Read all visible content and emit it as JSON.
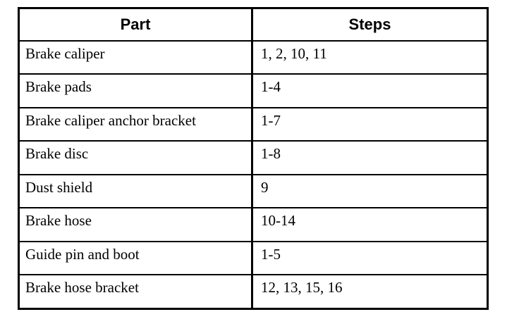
{
  "table": {
    "columns": [
      {
        "key": "part",
        "label": "Part"
      },
      {
        "key": "steps",
        "label": "Steps"
      }
    ],
    "rows": [
      {
        "part": "Brake caliper",
        "steps": "1, 2, 10, 11"
      },
      {
        "part": "Brake pads",
        "steps": "1-4"
      },
      {
        "part": "Brake caliper anchor bracket",
        "steps": "1-7"
      },
      {
        "part": "Brake disc",
        "steps": "1-8"
      },
      {
        "part": "Dust shield",
        "steps": "9"
      },
      {
        "part": "Brake hose",
        "steps": "10-14"
      },
      {
        "part": "Guide pin and boot",
        "steps": "1-5"
      },
      {
        "part": "Brake hose bracket",
        "steps": "12, 13, 15, 16"
      }
    ]
  },
  "colors": {
    "border": "#000000",
    "text": "#000000",
    "background": "#ffffff"
  }
}
